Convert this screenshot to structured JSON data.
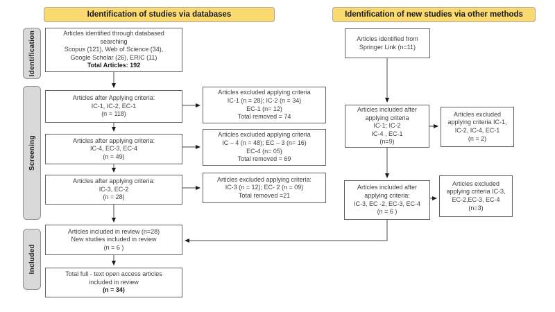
{
  "headers": {
    "databases": "Identification of studies via databases",
    "other_methods": "Identification of new studies via other methods"
  },
  "sidebar": {
    "identification": "Identification",
    "screening": "Screening",
    "included": "Included"
  },
  "colors": {
    "header_bg": "#FAD96F",
    "header_border": "#A6A6A6",
    "sidebar_bg": "#D9D9D9",
    "box_border": "#5F5F5F",
    "arrow": "#4A4A4A"
  },
  "boxes": {
    "db_search": {
      "lines": [
        "Articles identified through databased",
        "searching",
        "Scopus (121), Web of Science (34),",
        "Google Scholar (26), ERIC (11)",
        "Total Articles: 192"
      ]
    },
    "criteria1": {
      "lines": [
        "Articles after Applying criteria:",
        "IC-1, IC-2, EC-1",
        "(n = 118)"
      ]
    },
    "criteria2": {
      "lines": [
        "Articles after applying criteria:",
        "IC-4, EC-3, EC-4",
        "(n = 49)"
      ]
    },
    "criteria3": {
      "lines": [
        "Articles after applying criteria:",
        "IC-3, EC-2",
        "(n = 28)"
      ]
    },
    "included_review": {
      "lines": [
        "Articles included in review (n=28)",
        "New studies included in review",
        "(n = 6 )"
      ]
    },
    "total_full_text": {
      "lines": [
        "Total full - text open access articles",
        "included in review",
        "(n = 34)"
      ]
    },
    "excl1": {
      "lines": [
        "Articles excluded applying criteria",
        "IC-1 (n = 28); IC-2 (n = 34)",
        "EC-1 (n= 12)",
        "Total removed = 74"
      ]
    },
    "excl2": {
      "lines": [
        "Articles excluded applying criteria",
        "IC – 4 (n = 48); EC – 3 (n= 16)",
        "EC-4 (n= 05)",
        "Total removed = 69"
      ]
    },
    "excl3": {
      "lines": [
        "Articles excluded applying criteria:",
        "IC-3 (n = 12); EC- 2 (n = 09)",
        "Total removed =21"
      ]
    },
    "springer": {
      "lines": [
        "Articles identified from",
        "Springer Link (n=11)"
      ]
    },
    "other_included1": {
      "lines": [
        "Articles included after",
        "applying criteria",
        "IC-1; IC-2",
        "IC-4 , EC-1",
        "(n=9)"
      ]
    },
    "other_included2": {
      "lines": [
        "Articles included after",
        "applying criteria:",
        "IC-3, EC -2, EC-3, EC-4",
        "(n = 6 )"
      ]
    },
    "other_excl1": {
      "lines": [
        "Articles excluded",
        "applying criteria IC-1,",
        "IC-2, IC-4, EC-1",
        "(n = 2)"
      ]
    },
    "other_excl2": {
      "lines": [
        "Articles excluded",
        "applying criteria IC-3,",
        "EC-2,EC-3, EC-4",
        "(n=3)"
      ]
    }
  }
}
